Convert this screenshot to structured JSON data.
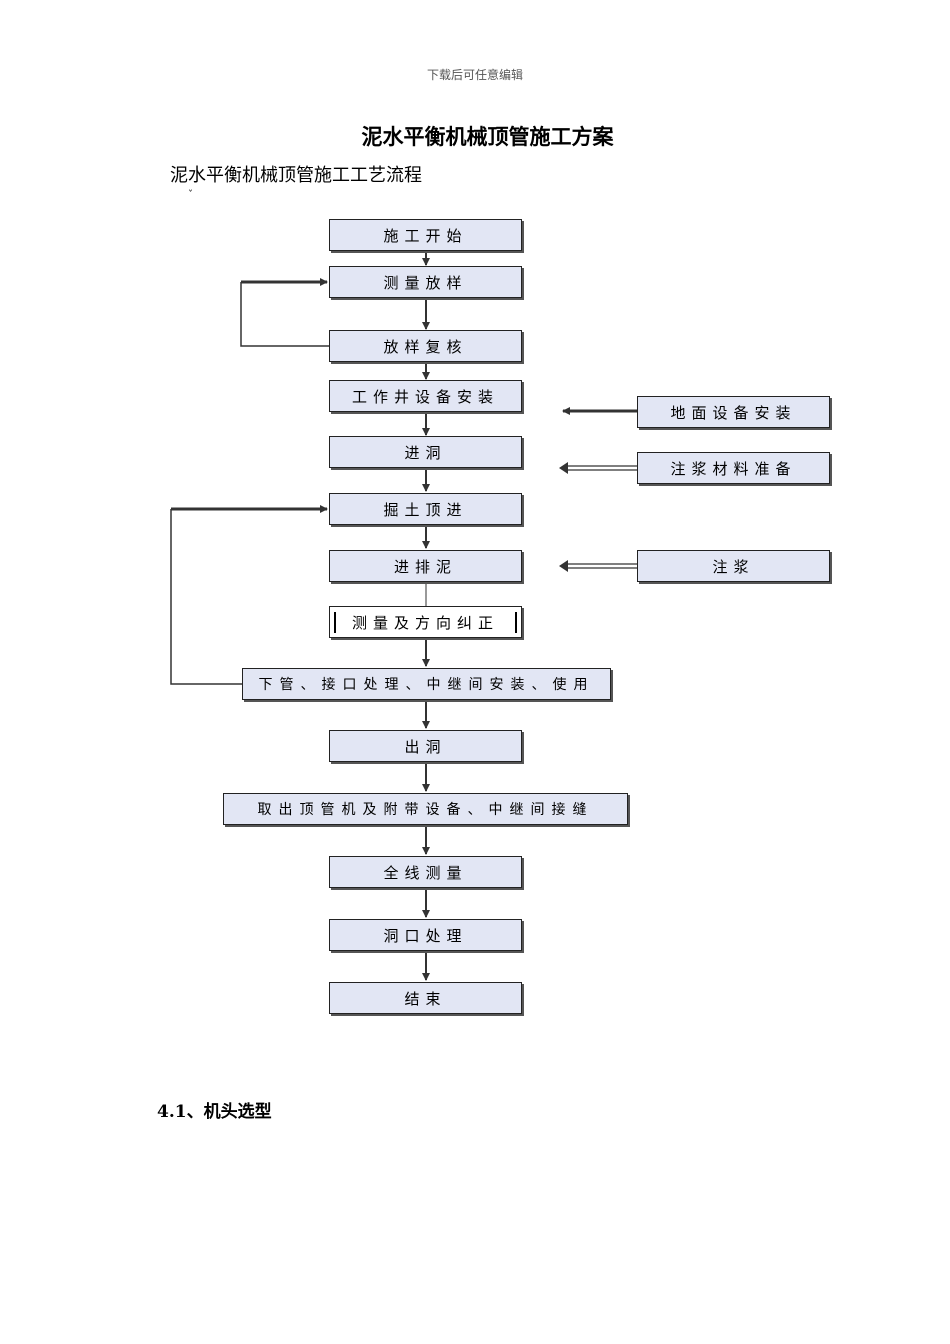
{
  "header_note": "下载后可任意编辑",
  "title": "泥水平衡机械顶管施工方案",
  "subtitle": "泥水平衡机械顶管施工工艺流程",
  "tick_mark": "ˇ",
  "flow": {
    "main": [
      "施工开始",
      "测量放样",
      "放样复核",
      "工作井设备安装",
      "进洞",
      "掘土顶进",
      "进排泥",
      "测量及方向纠正",
      "下管、接口处理、中继间安装、使用",
      "出洞",
      "取出顶管机及附带设备、中继间接缝",
      "全线测量",
      "洞口处理",
      "结束"
    ],
    "side": [
      "地面设备安装",
      "注浆材料准备",
      "注浆"
    ]
  },
  "section_heading": "4.1、机头选型"
}
